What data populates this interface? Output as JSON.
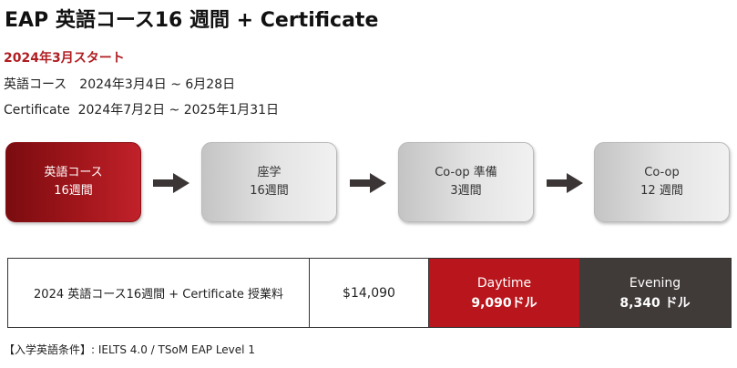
{
  "title": "EAP 英語コース16 週間 + Certificate",
  "start_label": "2024年3月スタート",
  "schedule": {
    "english": "英語コース　2024年3月4日 ~ 6月28日",
    "certificate": "Certificate  2024年7月2日 ~ 2025年1月31日"
  },
  "steps": [
    {
      "line1": "英語コース",
      "line2": "16週間"
    },
    {
      "line1": "座学",
      "line2": "16週間"
    },
    {
      "line1": "Co-op 準備",
      "line2": "3週間"
    },
    {
      "line1": "Co-op",
      "line2": "12 週間"
    }
  ],
  "fee": {
    "label": "2024 英語コース16週間 + Certificate 授業料",
    "price": "$14,090",
    "daytime_label": "Daytime",
    "daytime_amount": "9,090ドル",
    "evening_label": "Evening",
    "evening_amount": "8,340 ドル"
  },
  "requirement": "【入学英語条件】: IELTS 4.0 / TSoM EAP Level 1",
  "colors": {
    "accent": "#b8161c",
    "dark": "#403a38",
    "arrow": "#3b3535"
  }
}
